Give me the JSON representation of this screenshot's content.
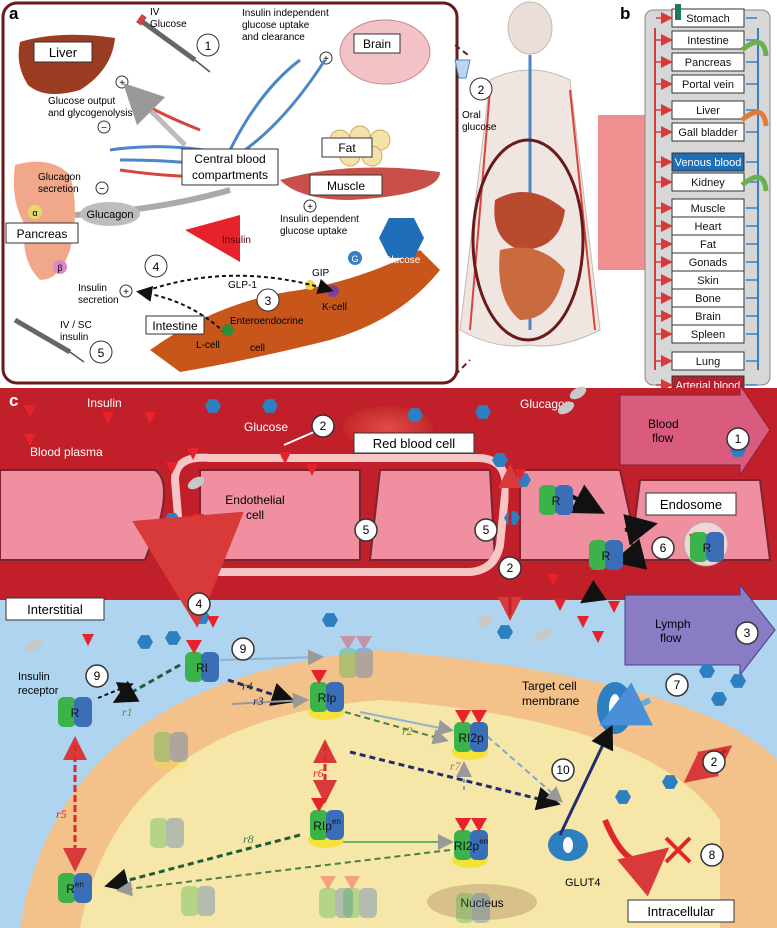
{
  "panel_letters": {
    "a": "a",
    "b": "b",
    "c": "c"
  },
  "panel_a": {
    "num1": "1",
    "num2": "2",
    "num3": "3",
    "num4": "4",
    "num5": "5",
    "iv_glucose_1": "IV",
    "iv_glucose_2": "Glucose",
    "insulin_indep_1": "Insulin independent",
    "insulin_indep_2": "glucose uptake",
    "insulin_indep_3": "and clearance",
    "liver": "Liver",
    "brain": "Brain",
    "fat": "Fat",
    "muscle": "Muscle",
    "glucose_output_1": "Glucose output",
    "glucose_output_2": "and glycogenolysis",
    "central_1": "Central blood",
    "central_2": "compartments",
    "glucagon_secretion_1": "Glucagon",
    "glucagon_secretion_2": "secretion",
    "pancreas": "Pancreas",
    "glucagon": "Glucagon",
    "alpha": "α",
    "beta": "β",
    "insulin": "Insulin",
    "insulin_dep_1": "Insulin dependent",
    "insulin_dep_2": "glucose uptake",
    "glucose": "Glucose",
    "g": "G",
    "gip": "GIP",
    "glp1": "GLP-1",
    "kcell": "K-cell",
    "insulin_secretion_1": "Insulin",
    "insulin_secretion_2": "secretion",
    "intestine": "Intestine",
    "enteroendocrine_1": "Enteroendocrine",
    "enteroendocrine_2": "cell",
    "lcell": "L-cell",
    "ivsc_1": "IV / SC",
    "ivsc_2": "insulin",
    "oral_1": "Oral",
    "oral_2": "glucose",
    "plus": "+",
    "minus": "−"
  },
  "panel_b": {
    "items": [
      "Stomach",
      "Intestine",
      "Pancreas",
      "Portal vein",
      "Liver",
      "Gall bladder",
      "Venous blood",
      "Kidney",
      "Muscle",
      "Heart",
      "Fat",
      "Gonads",
      "Skin",
      "Bone",
      "Brain",
      "Spleen",
      "Lung",
      "Arterial blood"
    ]
  },
  "panel_c": {
    "insulin": "Insulin",
    "glucose": "Glucose",
    "glucagon": "Glucagon",
    "red_blood_cell": "Red blood cell",
    "blood_plasma": "Blood plasma",
    "blood_flow_1": "Blood",
    "blood_flow_2": "flow",
    "endothelial_1": "Endothelial",
    "endothelial_2": "cell",
    "endosome": "Endosome",
    "interstitial": "Interstitial",
    "lymph_1": "Lymph",
    "lymph_2": "flow",
    "insulin_receptor_1": "Insulin",
    "insulin_receptor_2": "receptor",
    "target_1": "Target cell",
    "target_2": "membrane",
    "glut4": "GLUT4",
    "nucleus": "Nucleus",
    "intracellular": "Intracellular",
    "R": "R",
    "RI": "RI",
    "RIp": "RIp",
    "RI2p": "RI2p",
    "en": "en",
    "r1": "r1",
    "r2": "r2",
    "r3": "r3",
    "r4": "r4",
    "r5": "r5",
    "r6": "r6",
    "r7": "r7",
    "r8": "r8",
    "n1": "1",
    "n2": "2",
    "n3": "3",
    "n4": "4",
    "n5": "5",
    "n6": "6",
    "n7": "7",
    "n8": "8",
    "n9": "9",
    "n10": "10"
  }
}
